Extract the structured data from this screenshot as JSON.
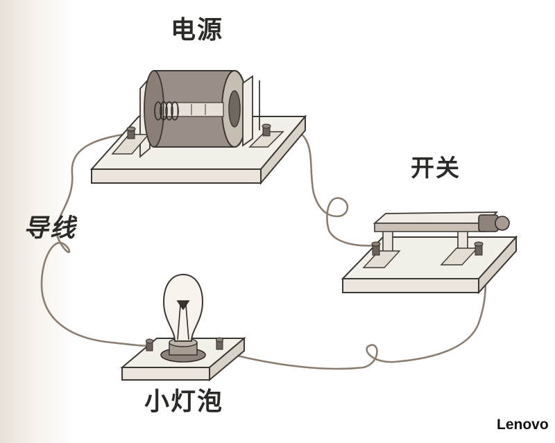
{
  "labels": {
    "power_source": "电源",
    "switch": "开关",
    "wire": "导线",
    "bulb": "小灯泡"
  },
  "watermark": "Lenovo",
  "colors": {
    "wire": "#8a7d70",
    "board_top": "#f3efe9",
    "board_side": "#d9d2c8",
    "outline": "#3a3733",
    "battery_body": "#9a8f86",
    "bulb_glass": "#f7f3ec",
    "text": "#2c2a27"
  },
  "components": [
    {
      "name": "power-source",
      "icon": "battery-icon"
    },
    {
      "name": "switch",
      "icon": "switch-icon"
    },
    {
      "name": "light-bulb",
      "icon": "bulb-icon"
    },
    {
      "name": "wire",
      "icon": "wire-icon"
    }
  ]
}
